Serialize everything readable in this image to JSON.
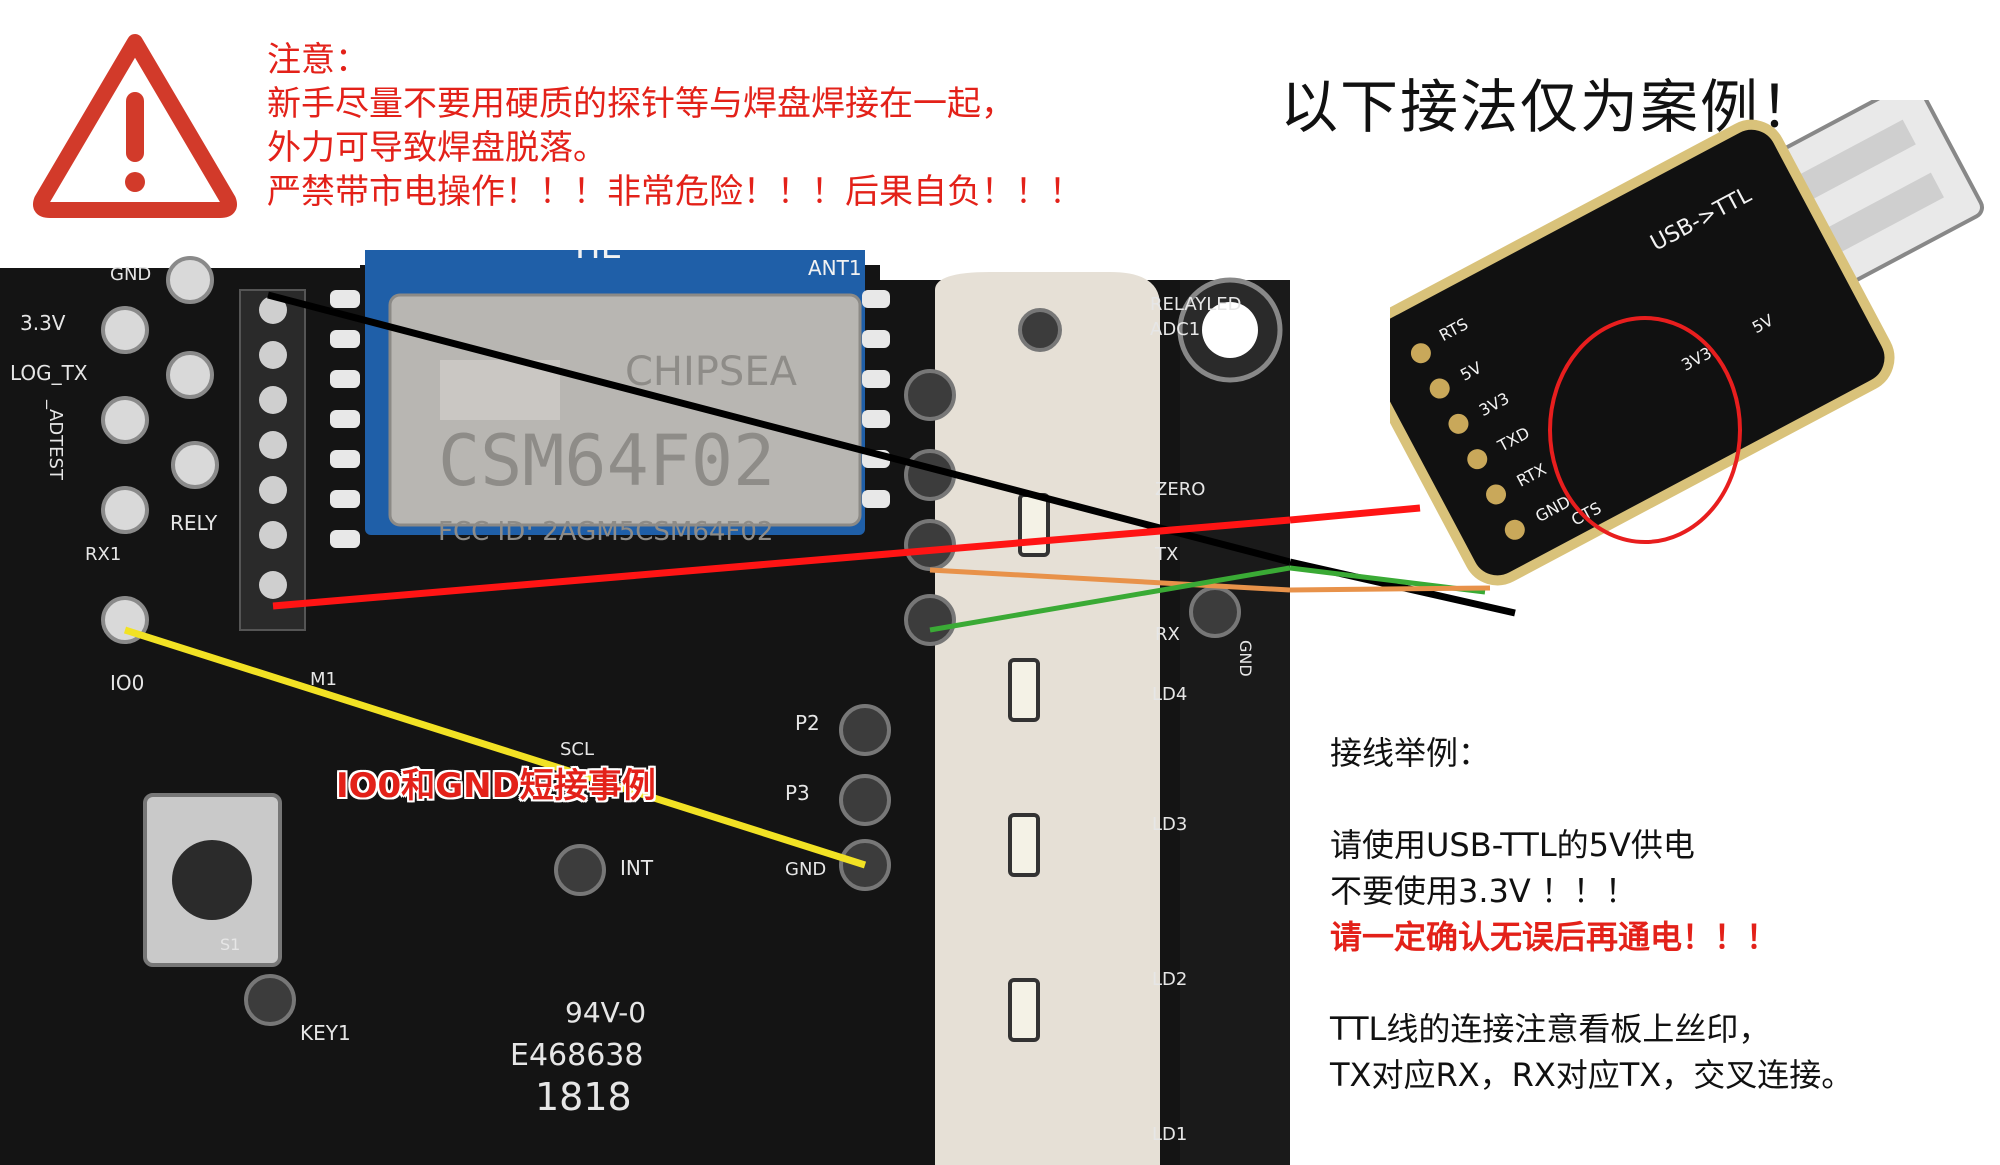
{
  "warning": {
    "lines": [
      "注意：",
      "新手尽量不要用硬质的探针等与焊盘焊接在一起，",
      "外力可导致焊盘脱落。",
      "严禁带市电操作！！！非常危险！！！后果自负！！！"
    ]
  },
  "title": "以下接法仅为案例！",
  "module": {
    "brand_top": "HE",
    "antenna": "ANT1",
    "chip_brand": "CHIPSEA",
    "chip_model": "CSM64F02",
    "fcc": "FCC ID: 2AGM5CSM64F02",
    "pin_m1": "M1"
  },
  "board_silk": {
    "gnd": "GND",
    "v33": "3.3V",
    "log_tx": "LOG_TX",
    "adtest": "_ADTEST",
    "rx1": "RX1",
    "rely": "RELY",
    "io0": "IO0",
    "relay_led": "RELAYLED",
    "adc1": "ADC1",
    "zero": "ZERO",
    "tx": "TX",
    "rx": "RX",
    "gnd2": "GND",
    "ld4": "LD4",
    "ld3": "LD3",
    "ld2": "LD2",
    "ld1": "LD1",
    "p2": "P2",
    "p3": "P3",
    "gnd3": "GND",
    "int": "INT",
    "scl": "SCL",
    "key1": "KEY1",
    "s1": "S1",
    "ul_rating": "94V-0",
    "ul_number": "E468638",
    "date_code": "1818"
  },
  "usb_ttl": {
    "label": "USB->TTL",
    "pins": [
      "RTS",
      "5V",
      "3V3",
      "TXD",
      "RTX",
      "GND",
      "CTS"
    ],
    "pin_3v3": "3V3",
    "pin_5v": "5V"
  },
  "short_label": "IO0和GND短接事例",
  "notes": {
    "heading": "接线举例：",
    "line1": "请使用USB-TTL的5V供电",
    "line2": "不要使用3.3V ！！！",
    "line3": "请一定确认无误后再通电！！！",
    "line4": "TTL线的连接注意看板上丝印，",
    "line5": "TX对应RX，RX对应TX，交叉连接。"
  },
  "colors": {
    "warning_red": "#e32119",
    "board": "#111111",
    "module_blue": "#1f5fa8",
    "wire_black": "#000000",
    "wire_red": "#ff1414",
    "wire_orange": "#e8924a",
    "wire_green": "#3aaa35",
    "wire_yellow": "#f2e224"
  }
}
